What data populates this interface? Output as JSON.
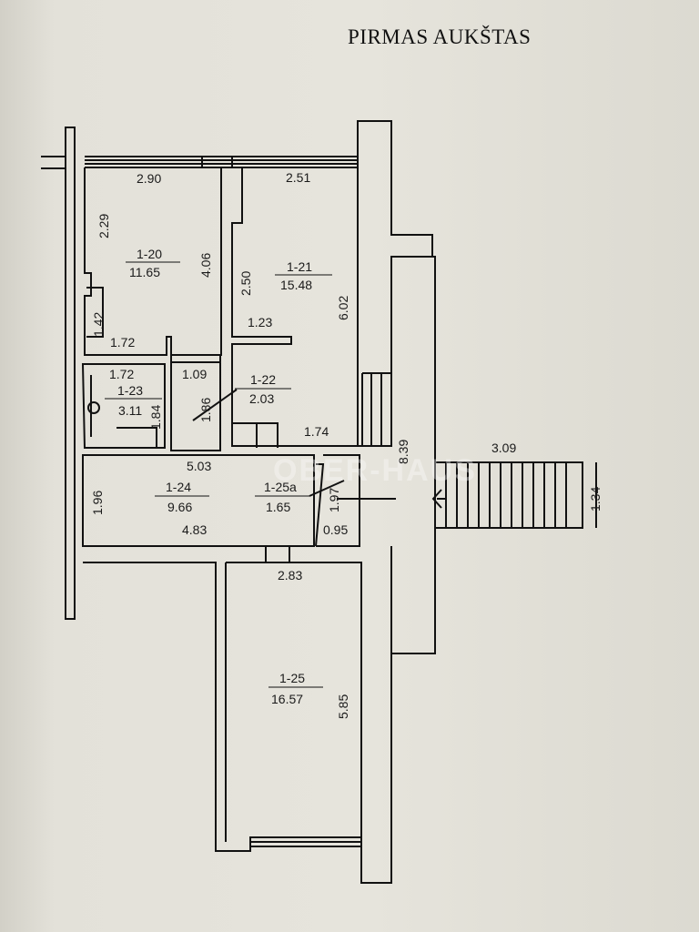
{
  "title": "PIRMAS AUKŠTAS",
  "watermark": "OBER-HAUS",
  "rooms": [
    {
      "id": "1-20",
      "area": "11.65"
    },
    {
      "id": "1-21",
      "area": "15.48"
    },
    {
      "id": "1-22",
      "area": "2.03"
    },
    {
      "id": "1-23",
      "area": "3.11"
    },
    {
      "id": "1-24",
      "area": "9.66"
    },
    {
      "id": "1-25a",
      "area": "1.65"
    },
    {
      "id": "1-25",
      "area": "16.57"
    }
  ],
  "dimensions": {
    "d_2_90": "2.90",
    "d_2_51": "2.51",
    "d_2_29": "2.29",
    "d_4_06": "4.06",
    "d_2_50": "2.50",
    "d_6_02": "6.02",
    "d_1_42": "1.42",
    "d_1_72a": "1.72",
    "d_1_23": "1.23",
    "d_1_72b": "1.72",
    "d_1_09": "1.09",
    "d_1_86": "1.86",
    "d_1_84": "1.84",
    "d_1_74": "1.74",
    "d_8_39": "8.39",
    "d_3_09": "3.09",
    "d_1_34": "1.34",
    "d_5_03": "5.03",
    "d_1_96": "1.96",
    "d_4_83": "4.83",
    "d_1_97": "1.97",
    "d_0_95": "0.95",
    "d_2_83": "2.83",
    "d_5_85": "5.85"
  }
}
